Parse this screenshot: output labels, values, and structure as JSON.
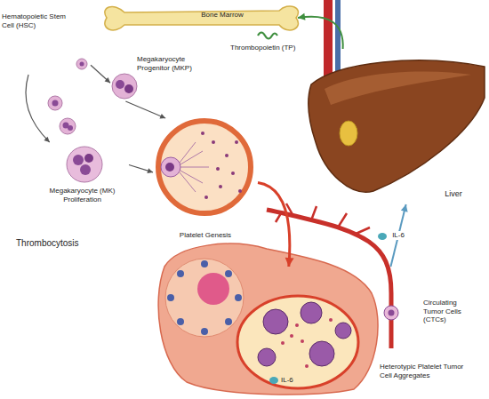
{
  "diagram": {
    "nodes": [
      {
        "text": [
          "Bone Marrow"
        ]
      },
      {
        "text": [
          "Hematopoietic Stem Cell (HSC)"
        ]
      },
      {
        "text": [
          "Megakaryocyte Progenitor (MKP)"
        ]
      },
      {
        "text": [
          "Liver"
        ]
      },
      {
        "text": [
          "Megakaryocyte (MK) Proliferation"
        ]
      },
      {
        "text": [
          "Platelet Genesis"
        ]
      },
      {
        "text": [
          "Circulating Tumor Cells (CTCs)"
        ]
      },
      {
        "text": [
          "Heterotypic Platelet Tumor Cell Aggregates"
        ]
      }
    ],
    "edges": [
      {
        "from": 1,
        "to": 2,
        "arrow": "to"
      },
      {
        "from": 1,
        "to": 4,
        "arrow": "to"
      },
      {
        "from": 2,
        "to": 5,
        "arrow": "to"
      },
      {
        "from": 4,
        "to": 5,
        "arrow": "to"
      },
      {
        "from": 3,
        "to": 0,
        "label": "Thrombopoietin (TP)",
        "arrow": "to"
      },
      {
        "from": 5,
        "to": 7,
        "arrow": "to"
      },
      {
        "from": 7,
        "to": 3,
        "label": "IL-6",
        "arrow": "to"
      }
    ],
    "labels": [
      "Thrombocytosis",
      "IL-6"
    ]
  }
}
